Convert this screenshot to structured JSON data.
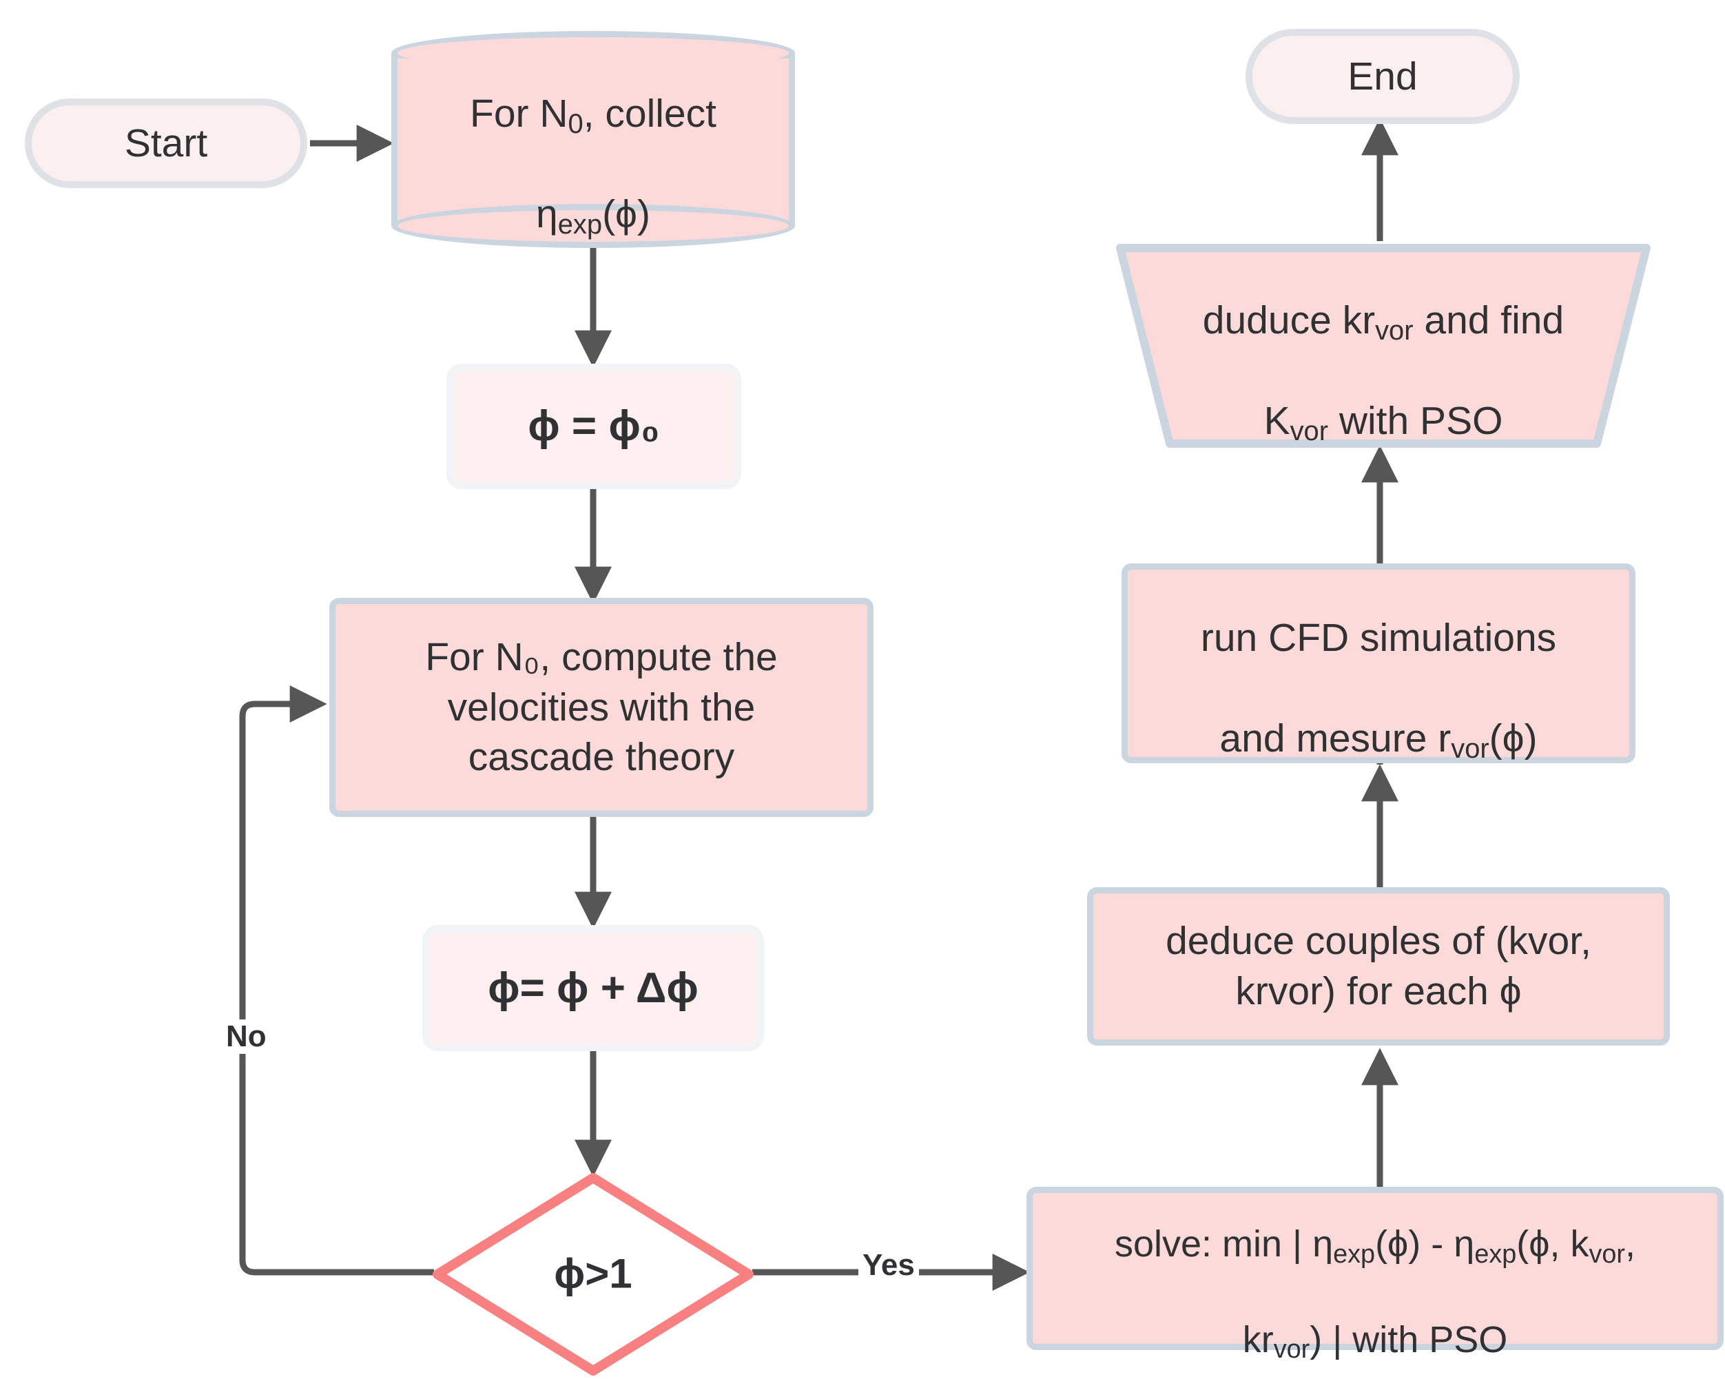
{
  "diagram": {
    "title": "Vortex coefficient identification flowchart",
    "colors": {
      "node_fill_strong": "#FCDADA",
      "node_fill_light": "#FCEFEF",
      "node_border": "#CBD5DF",
      "terminator_border": "#DEE2E6",
      "lightbox_border": "#F1F3F5",
      "decision_border": "#F98080",
      "decision_fill": "#FFFFFF",
      "edge_color": "#565656",
      "text_color": "#2f3133",
      "background": "#FFFFFF"
    },
    "nodes": {
      "start": {
        "label": "Start",
        "shape": "stadium"
      },
      "collect": {
        "line1": "For N",
        "line1_sub": "0",
        "line1_rest": ", collect",
        "line2_main": "η",
        "line2_sub": "exp",
        "line2_rest": "(ϕ)",
        "shape": "cylinder"
      },
      "init_phi": {
        "label": "ϕ = ϕ₀",
        "shape": "rounded-rect-light"
      },
      "cascade": {
        "label": "For N₀, compute the\nvelocities with the\ncascade theory",
        "shape": "rect"
      },
      "increment_phi": {
        "label": "ϕ= ϕ + Δϕ",
        "shape": "rounded-rect-light"
      },
      "decision": {
        "label": "ϕ>1",
        "shape": "diamond"
      },
      "solve": {
        "line1_a": "solve: min | η",
        "line1_sub1": "exp",
        "line1_b": "(ϕ) - η",
        "line1_sub2": "exp",
        "line1_c": "(ϕ, k",
        "line1_sub3": "vor",
        "line1_d": ",",
        "line2_a": "kr",
        "line2_sub": "vor",
        "line2_b": ") | with PSO",
        "shape": "rect"
      },
      "deduce_couples": {
        "label": "deduce couples of (kvor,\nkrvor) for each ϕ",
        "shape": "rect"
      },
      "cfd": {
        "line1": "run CFD simulations",
        "line2_a": "and mesure r",
        "line2_sub": "vor",
        "line2_b": "(ϕ)",
        "shape": "rect"
      },
      "pso": {
        "line1_a": "duduce kr",
        "line1_sub": "vor",
        "line1_b": " and find",
        "line2_a": "K",
        "line2_sub": "vor",
        "line2_b": " with PSO",
        "shape": "trapezoid"
      },
      "end": {
        "label": "End",
        "shape": "stadium"
      }
    },
    "edge_labels": {
      "no": "No",
      "yes": "Yes"
    }
  }
}
